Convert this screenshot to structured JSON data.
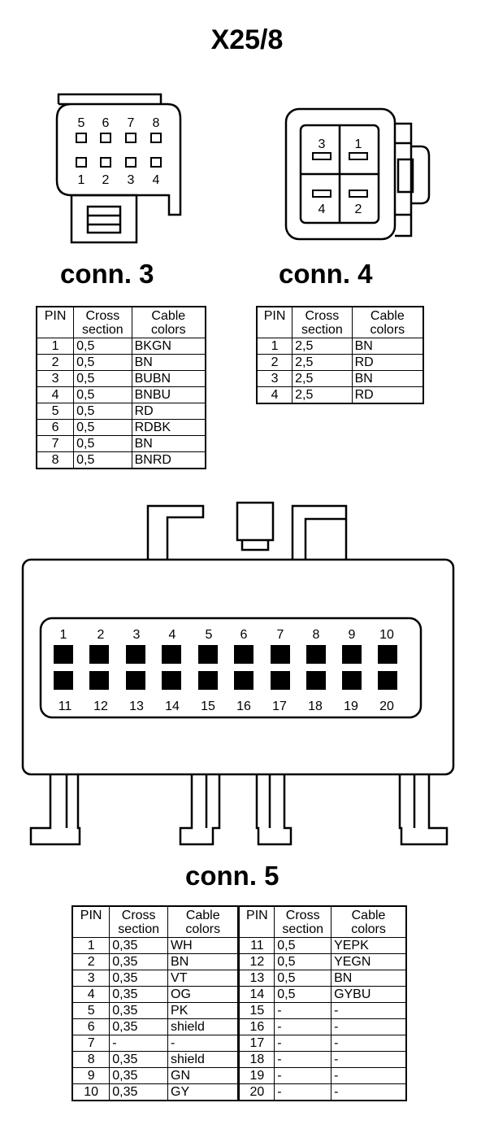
{
  "title": "X25/8",
  "conn3": {
    "label": "conn. 3",
    "pin_top": [
      "5",
      "6",
      "7",
      "8"
    ],
    "pin_bottom": [
      "1",
      "2",
      "3",
      "4"
    ],
    "headers": {
      "pin": "PIN",
      "cross": "Cross section",
      "colors": "Cable colors"
    },
    "rows": [
      {
        "pin": "1",
        "cross": "0,5",
        "color": "BKGN"
      },
      {
        "pin": "2",
        "cross": "0,5",
        "color": "BN"
      },
      {
        "pin": "3",
        "cross": "0,5",
        "color": "BUBN"
      },
      {
        "pin": "4",
        "cross": "0,5",
        "color": "BNBU"
      },
      {
        "pin": "5",
        "cross": "0,5",
        "color": "RD"
      },
      {
        "pin": "6",
        "cross": "0,5",
        "color": "RDBK"
      },
      {
        "pin": "7",
        "cross": "0,5",
        "color": "BN"
      },
      {
        "pin": "8",
        "cross": "0,5",
        "color": "BNRD"
      }
    ]
  },
  "conn4": {
    "label": "conn. 4",
    "pin_labels": [
      "3",
      "1",
      "4",
      "2"
    ],
    "headers": {
      "pin": "PIN",
      "cross": "Cross section",
      "colors": "Cable colors"
    },
    "rows": [
      {
        "pin": "1",
        "cross": "2,5",
        "color": "BN"
      },
      {
        "pin": "2",
        "cross": "2,5",
        "color": "RD"
      },
      {
        "pin": "3",
        "cross": "2,5",
        "color": "BN"
      },
      {
        "pin": "4",
        "cross": "2,5",
        "color": "RD"
      }
    ]
  },
  "conn5": {
    "label": "conn. 5",
    "pin_top": [
      "1",
      "2",
      "3",
      "4",
      "5",
      "6",
      "7",
      "8",
      "9",
      "10"
    ],
    "pin_bottom": [
      "11",
      "12",
      "13",
      "14",
      "15",
      "16",
      "17",
      "18",
      "19",
      "20"
    ],
    "headers": {
      "pin": "PIN",
      "cross": "Cross section",
      "colors": "Cable colors"
    },
    "rows_left": [
      {
        "pin": "1",
        "cross": "0,35",
        "color": "WH"
      },
      {
        "pin": "2",
        "cross": "0,35",
        "color": "BN"
      },
      {
        "pin": "3",
        "cross": "0,35",
        "color": "VT"
      },
      {
        "pin": "4",
        "cross": "0,35",
        "color": "OG"
      },
      {
        "pin": "5",
        "cross": "0,35",
        "color": "PK"
      },
      {
        "pin": "6",
        "cross": "0,35",
        "color": "shield"
      },
      {
        "pin": "7",
        "cross": "-",
        "color": "-"
      },
      {
        "pin": "8",
        "cross": "0,35",
        "color": "shield"
      },
      {
        "pin": "9",
        "cross": "0,35",
        "color": "GN"
      },
      {
        "pin": "10",
        "cross": "0,35",
        "color": "GY"
      }
    ],
    "rows_right": [
      {
        "pin": "11",
        "cross": "0,5",
        "color": "YEPK"
      },
      {
        "pin": "12",
        "cross": "0,5",
        "color": "YEGN"
      },
      {
        "pin": "13",
        "cross": "0,5",
        "color": "BN"
      },
      {
        "pin": "14",
        "cross": "0,5",
        "color": "GYBU"
      },
      {
        "pin": "15",
        "cross": "-",
        "color": "-"
      },
      {
        "pin": "16",
        "cross": "-",
        "color": "-"
      },
      {
        "pin": "17",
        "cross": "-",
        "color": "-"
      },
      {
        "pin": "18",
        "cross": "-",
        "color": "-"
      },
      {
        "pin": "19",
        "cross": "-",
        "color": "-"
      },
      {
        "pin": "20",
        "cross": "-",
        "color": "-"
      }
    ]
  }
}
